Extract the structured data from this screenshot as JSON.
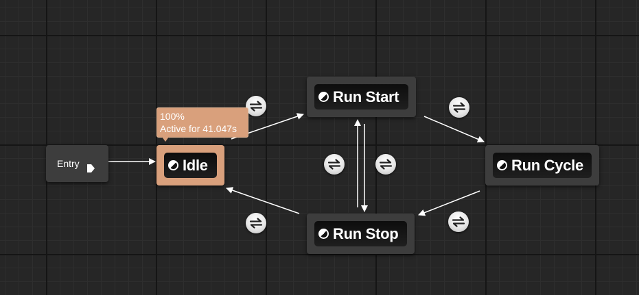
{
  "graph": {
    "entry": {
      "label": "Entry"
    },
    "states": {
      "idle": {
        "label": "Idle",
        "active": true
      },
      "run_start": {
        "label": "Run Start",
        "active": false
      },
      "run_cycle": {
        "label": "Run Cycle",
        "active": false
      },
      "run_stop": {
        "label": "Run Stop",
        "active": false
      }
    },
    "tooltip": {
      "weight": "100%",
      "active_time": "Active for 41.047s"
    },
    "colors": {
      "canvas_background": "#262626",
      "node_background": "#3d3d3d",
      "active_node": "#d9a07c",
      "wire": "#ffffff"
    }
  }
}
